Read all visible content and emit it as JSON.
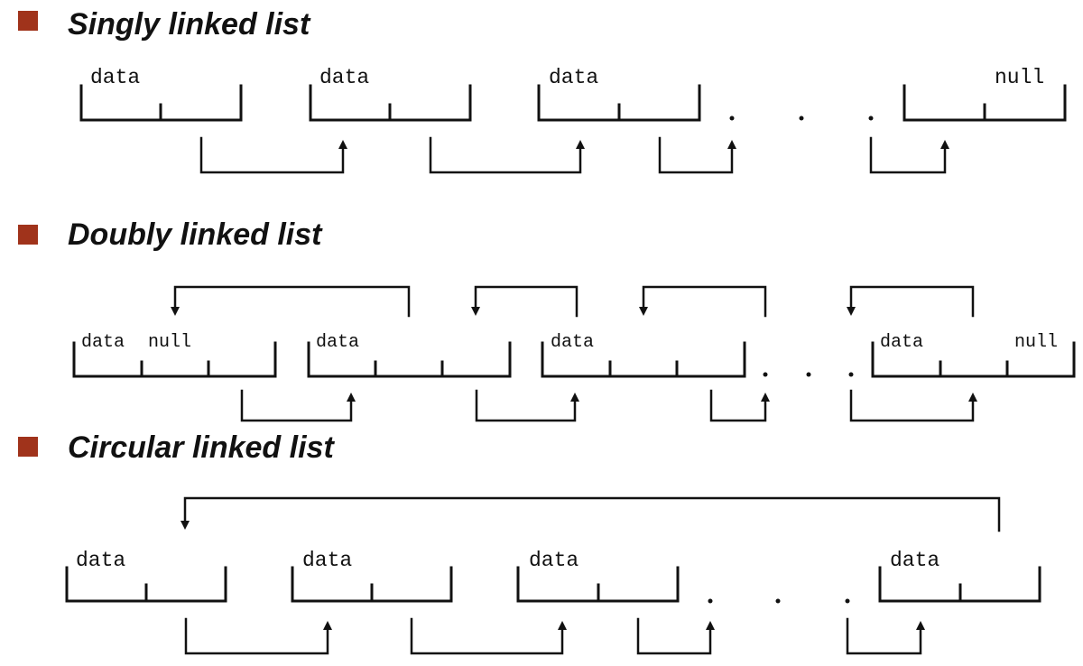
{
  "sections": [
    {
      "title": "Singly linked list",
      "nodes": [
        {
          "labels": [
            "data"
          ]
        },
        {
          "labels": [
            "data"
          ]
        },
        {
          "labels": [
            "data"
          ]
        },
        {
          "labels": [
            "null"
          ]
        }
      ]
    },
    {
      "title": "Doubly linked list",
      "nodes": [
        {
          "labels": [
            "data",
            "null"
          ]
        },
        {
          "labels": [
            "data"
          ]
        },
        {
          "labels": [
            "data"
          ]
        },
        {
          "labels": [
            "data",
            "null"
          ]
        }
      ]
    },
    {
      "title": "Circular linked list",
      "nodes": [
        {
          "labels": [
            "data"
          ]
        },
        {
          "labels": [
            "data"
          ]
        },
        {
          "labels": [
            "data"
          ]
        },
        {
          "labels": [
            "data"
          ]
        }
      ]
    }
  ],
  "colors": {
    "bullet": "#a0331b",
    "stroke": "#111111",
    "background": "#ffffff"
  }
}
